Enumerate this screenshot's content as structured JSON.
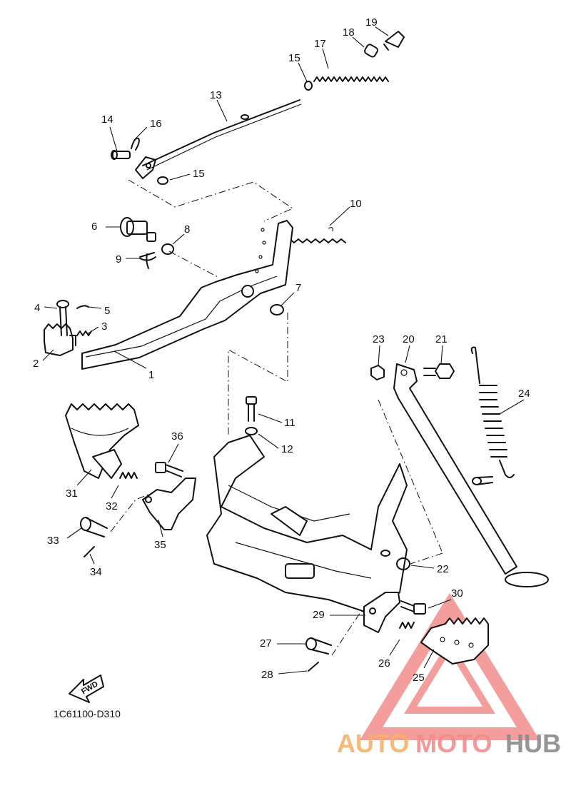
{
  "diagram": {
    "code": "1C61100-D310",
    "fwd_label": "FWD",
    "callouts": [
      "1",
      "2",
      "3",
      "4",
      "5",
      "6",
      "7",
      "8",
      "9",
      "10",
      "11",
      "12",
      "13",
      "14",
      "15",
      "15",
      "16",
      "17",
      "18",
      "19",
      "20",
      "21",
      "22",
      "23",
      "24",
      "25",
      "26",
      "27",
      "28",
      "29",
      "30",
      "31",
      "32",
      "33",
      "34",
      "35",
      "36"
    ]
  },
  "watermark": {
    "part1": "AUTO",
    "part2": "MOTO",
    "part3": "HUB",
    "colors": {
      "triangle": "#f28c8c",
      "auto": "#f5b26b",
      "moto": "#f28c8c",
      "hub": "#8a8a8a"
    }
  }
}
